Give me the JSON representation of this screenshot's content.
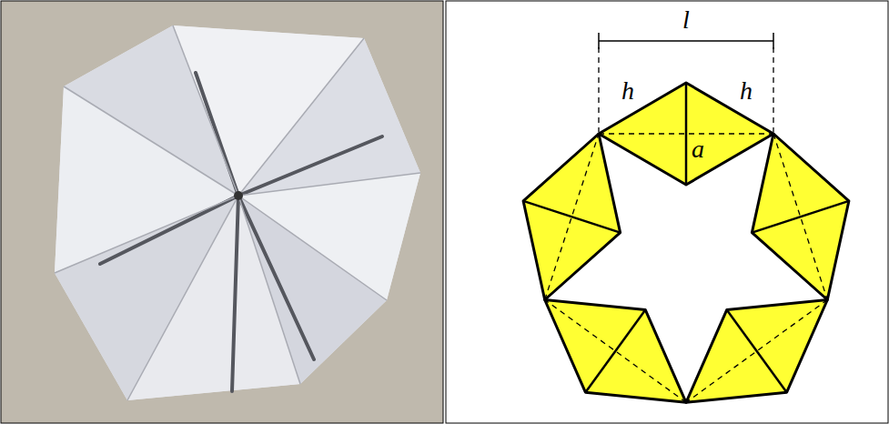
{
  "diagram": {
    "labels": [
      "l",
      "h",
      "h",
      "a"
    ]
  }
}
